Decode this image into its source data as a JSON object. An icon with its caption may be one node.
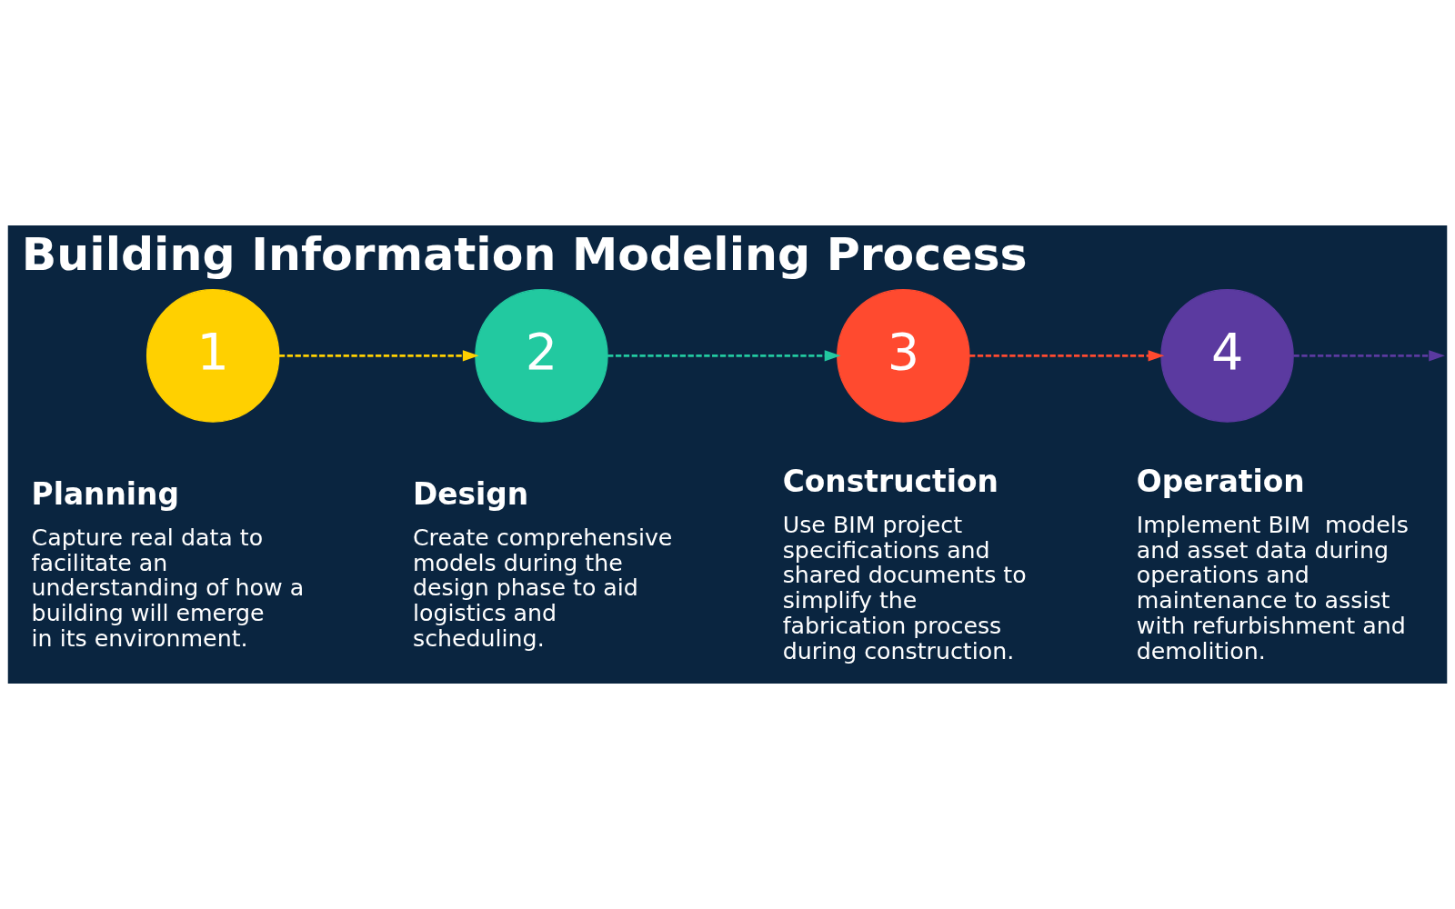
{
  "diagram": {
    "title": "Building Information Modeling Process",
    "nodes": [
      {
        "text": [
          "1"
        ],
        "beside": [
          "Planning",
          "Capture real data to facilitate an understanding of how a building will emerge in its environment."
        ]
      },
      {
        "text": [
          "2"
        ],
        "beside": [
          "Design",
          "Create comprehensive models during the design phase to aid logistics and scheduling."
        ]
      },
      {
        "text": [
          "3"
        ],
        "beside": [
          "Construction",
          "Use BIM project specifications and shared documents to simplify the fabrication process during construction."
        ]
      },
      {
        "text": [
          "4"
        ],
        "beside": [
          "Operation",
          "Implement BIM  models and asset data during operations and maintenance to assist with refurbishment and demolition."
        ]
      }
    ],
    "edges": [
      {
        "from": 0,
        "to": 1,
        "arrow": "to",
        "style": "dashed",
        "color": "#ffd000"
      },
      {
        "from": 1,
        "to": 2,
        "arrow": "to",
        "style": "dashed",
        "color": "#22c9a0"
      },
      {
        "from": 2,
        "to": 3,
        "arrow": "to",
        "style": "dashed",
        "color": "#ff4a2f"
      },
      {
        "from": 3,
        "to": null,
        "arrow": "to",
        "style": "dashed",
        "color": "#5b3aa0"
      }
    ]
  }
}
